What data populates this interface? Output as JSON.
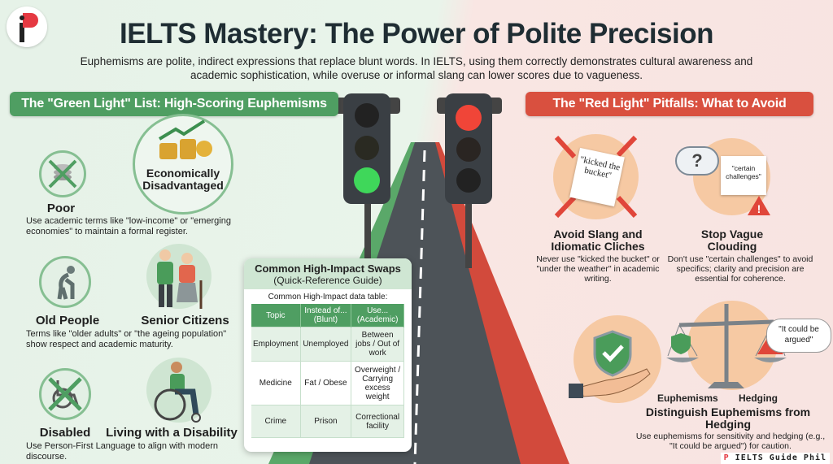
{
  "header": {
    "title": "IELTS Mastery: The Power of Polite Precision",
    "subtitle": "Euphemisms are polite, indirect expressions that replace blunt words. In IELTS, using them correctly demonstrates cultural awareness and academic sophistication, while overuse or informal slang can lower scores due to vagueness."
  },
  "green": {
    "banner": "The \"Green Light\" List: High-Scoring Euphemisms",
    "items": [
      {
        "blunt": "Poor",
        "polite": "Economically Disadvantaged",
        "desc": "Use academic terms like \"low-income\" or \"emerging economies\" to maintain a formal register."
      },
      {
        "blunt": "Old People",
        "polite": "Senior Citizens",
        "desc": "Terms like \"older adults\" or \"the ageing population\" show respect and academic maturity."
      },
      {
        "blunt": "Disabled",
        "polite": "Living with a Disability",
        "desc": "Use Person-First Language to align with modern discourse."
      }
    ]
  },
  "table": {
    "title": "Common High-Impact Swaps",
    "subtitle": "(Quick-Reference Guide)",
    "caption": "Common High-Impact data table:",
    "headers": [
      "Topic",
      "Instead of... (Blunt)",
      "Use... (Academic)"
    ],
    "rows": [
      [
        "Employment",
        "Unemployed",
        "Between jobs / Out of work"
      ],
      [
        "Medicine",
        "Fat / Obese",
        "Overweight / Carrying excess weight"
      ],
      [
        "Crime",
        "Prison",
        "Correctional facility"
      ]
    ]
  },
  "red": {
    "banner": "The \"Red Light\" Pitfalls: What to Avoid",
    "slang_note": "\"kicked the bucket\"",
    "vague_note": "\"certain challenges\"",
    "hedge_bubble": "\"It could be argued\"",
    "scale_left": "Euphemisms",
    "scale_right": "Hedging",
    "items": [
      {
        "title": "Avoid Slang and Idiomatic Cliches",
        "desc": "Never use \"kicked the bucket\" or \"under the weather\" in academic writing."
      },
      {
        "title": "Stop Vague Clouding",
        "desc": "Don't use \"certain challenges\" to avoid specifics; clarity and precision are essential for coherence."
      },
      {
        "title": "Distinguish Euphemisms from Hedging",
        "desc": "Use euphemisms for sensitivity and hedging (e.g., \"It could be argued\") for caution."
      }
    ]
  },
  "watermark": "IELTS Guide Phil",
  "colors": {
    "green": "#4f9e62",
    "red": "#d9503f",
    "title": "#1f2d33"
  }
}
